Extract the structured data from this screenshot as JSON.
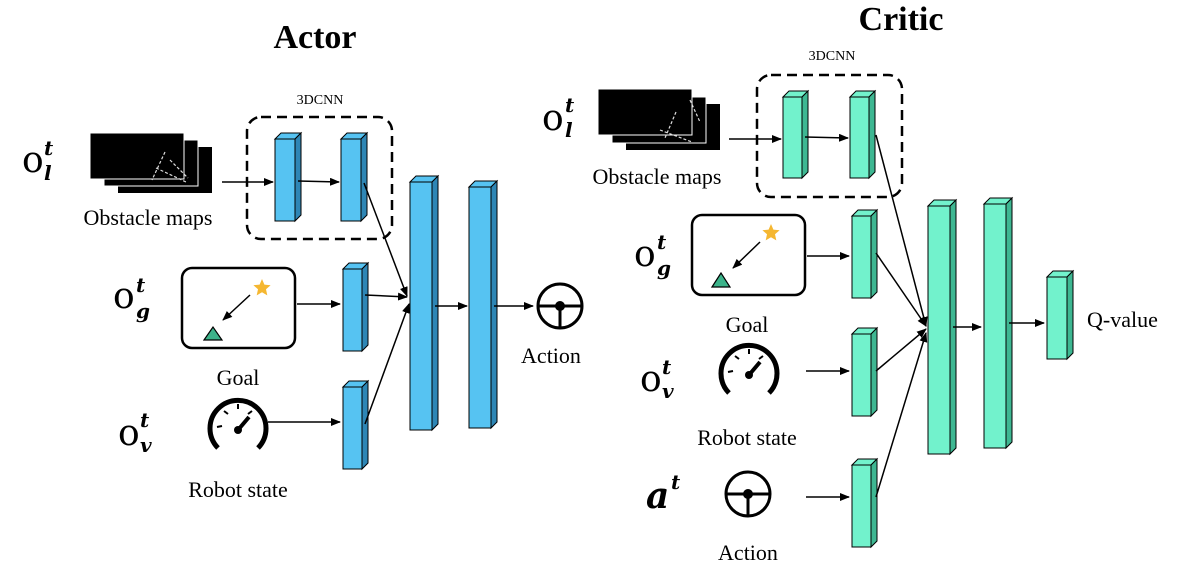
{
  "actor": {
    "title": "Actor",
    "cnn_label": "3DCNN",
    "inputs": {
      "obstacle_label": "Obstacle maps",
      "goal_label": "Goal",
      "robot_label": "Robot state"
    },
    "output_label": "Action"
  },
  "critic": {
    "title": "Critic",
    "cnn_label": "3DCNN",
    "inputs": {
      "obstacle_label": "Obstacle maps",
      "goal_label": "Goal",
      "robot_label": "Robot state",
      "action_label": "Action"
    },
    "output_label": "Q-value"
  },
  "symbols": {
    "t": "t",
    "l": "l",
    "g": "g",
    "v": "v"
  },
  "colors": {
    "actor_block": "#56c3f2",
    "actor_block_side": "#2e86b5",
    "critic_block": "#72f2cc",
    "critic_block_side": "#3eb792",
    "star": "#f5b731",
    "goal_marker": "#3cb38a"
  },
  "icons": [
    "star-icon",
    "gauge-icon",
    "steering-wheel-icon"
  ]
}
